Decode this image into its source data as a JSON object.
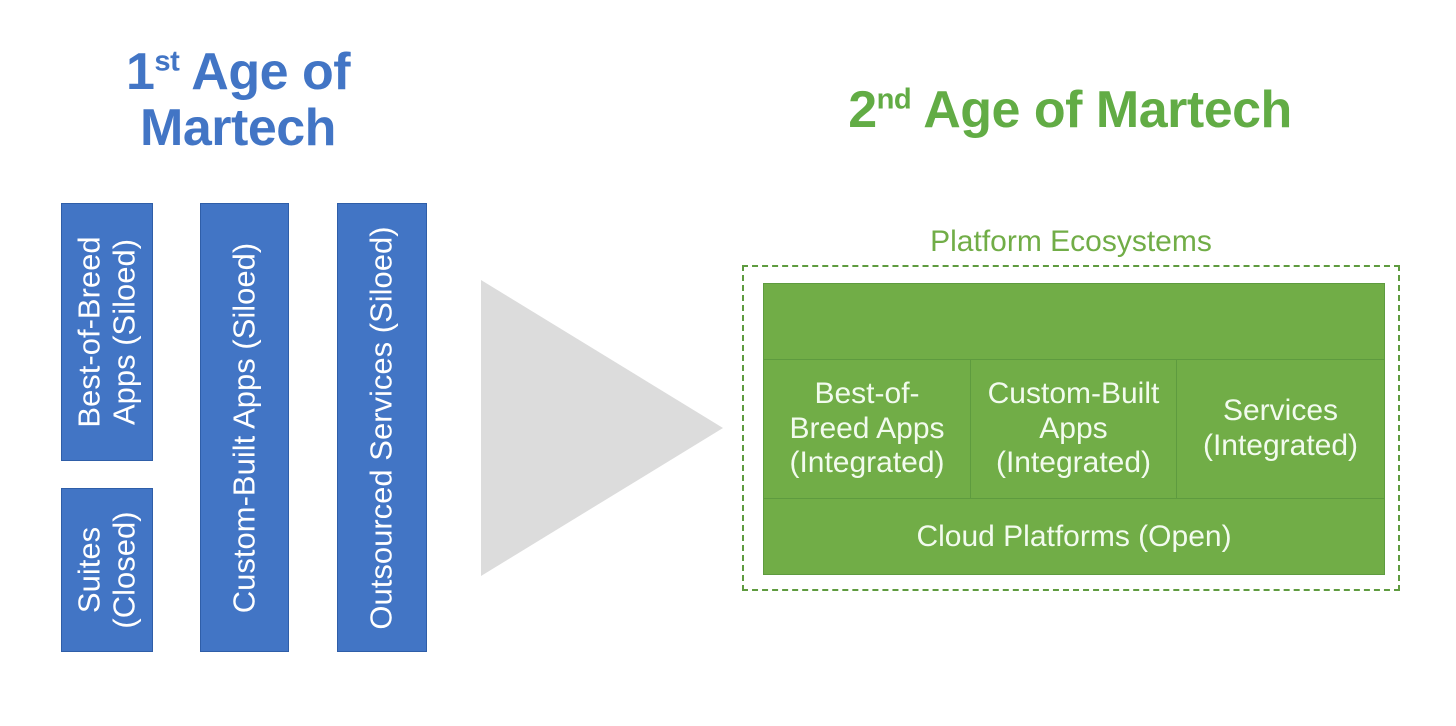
{
  "left_section": {
    "title": {
      "lead": "1",
      "ordinal_suffix": "st",
      "rest": " Age of Martech",
      "full": "1st Age of Martech",
      "color": "#4275C5"
    },
    "bars": [
      {
        "id": "best-of-breed",
        "label": "Best-of-Breed\nApps (Siloed)"
      },
      {
        "id": "suites",
        "label": "Suites\n(Closed)"
      },
      {
        "id": "custom-built",
        "label": "Custom-Built Apps (Siloed)"
      },
      {
        "id": "outsourced",
        "label": "Outsourced Services (Siloed)"
      }
    ],
    "bar_color": "#4275C5",
    "bar_text_color": "#FFFFFF"
  },
  "arrow": {
    "name": "transition-arrow",
    "direction": "right",
    "color": "#DCDCDC"
  },
  "right_section": {
    "title": {
      "lead": "2",
      "ordinal_suffix": "nd",
      "rest": " Age of Martech",
      "full": "2nd Age of Martech",
      "color": "#62AC45"
    },
    "ecosystem_label": "Platform Ecosystems",
    "columns": [
      {
        "id": "best-of-breed",
        "label": "Best-of-\nBreed Apps\n(Integrated)"
      },
      {
        "id": "custom-built",
        "label": "Custom-Built\nApps\n(Integrated)"
      },
      {
        "id": "services",
        "label": "Services\n(Integrated)"
      }
    ],
    "foundation": "Cloud Platforms (Open)",
    "box_color": "#71AD47",
    "border_color": "#5E9B3F",
    "text_color": "#F2FBEE"
  }
}
